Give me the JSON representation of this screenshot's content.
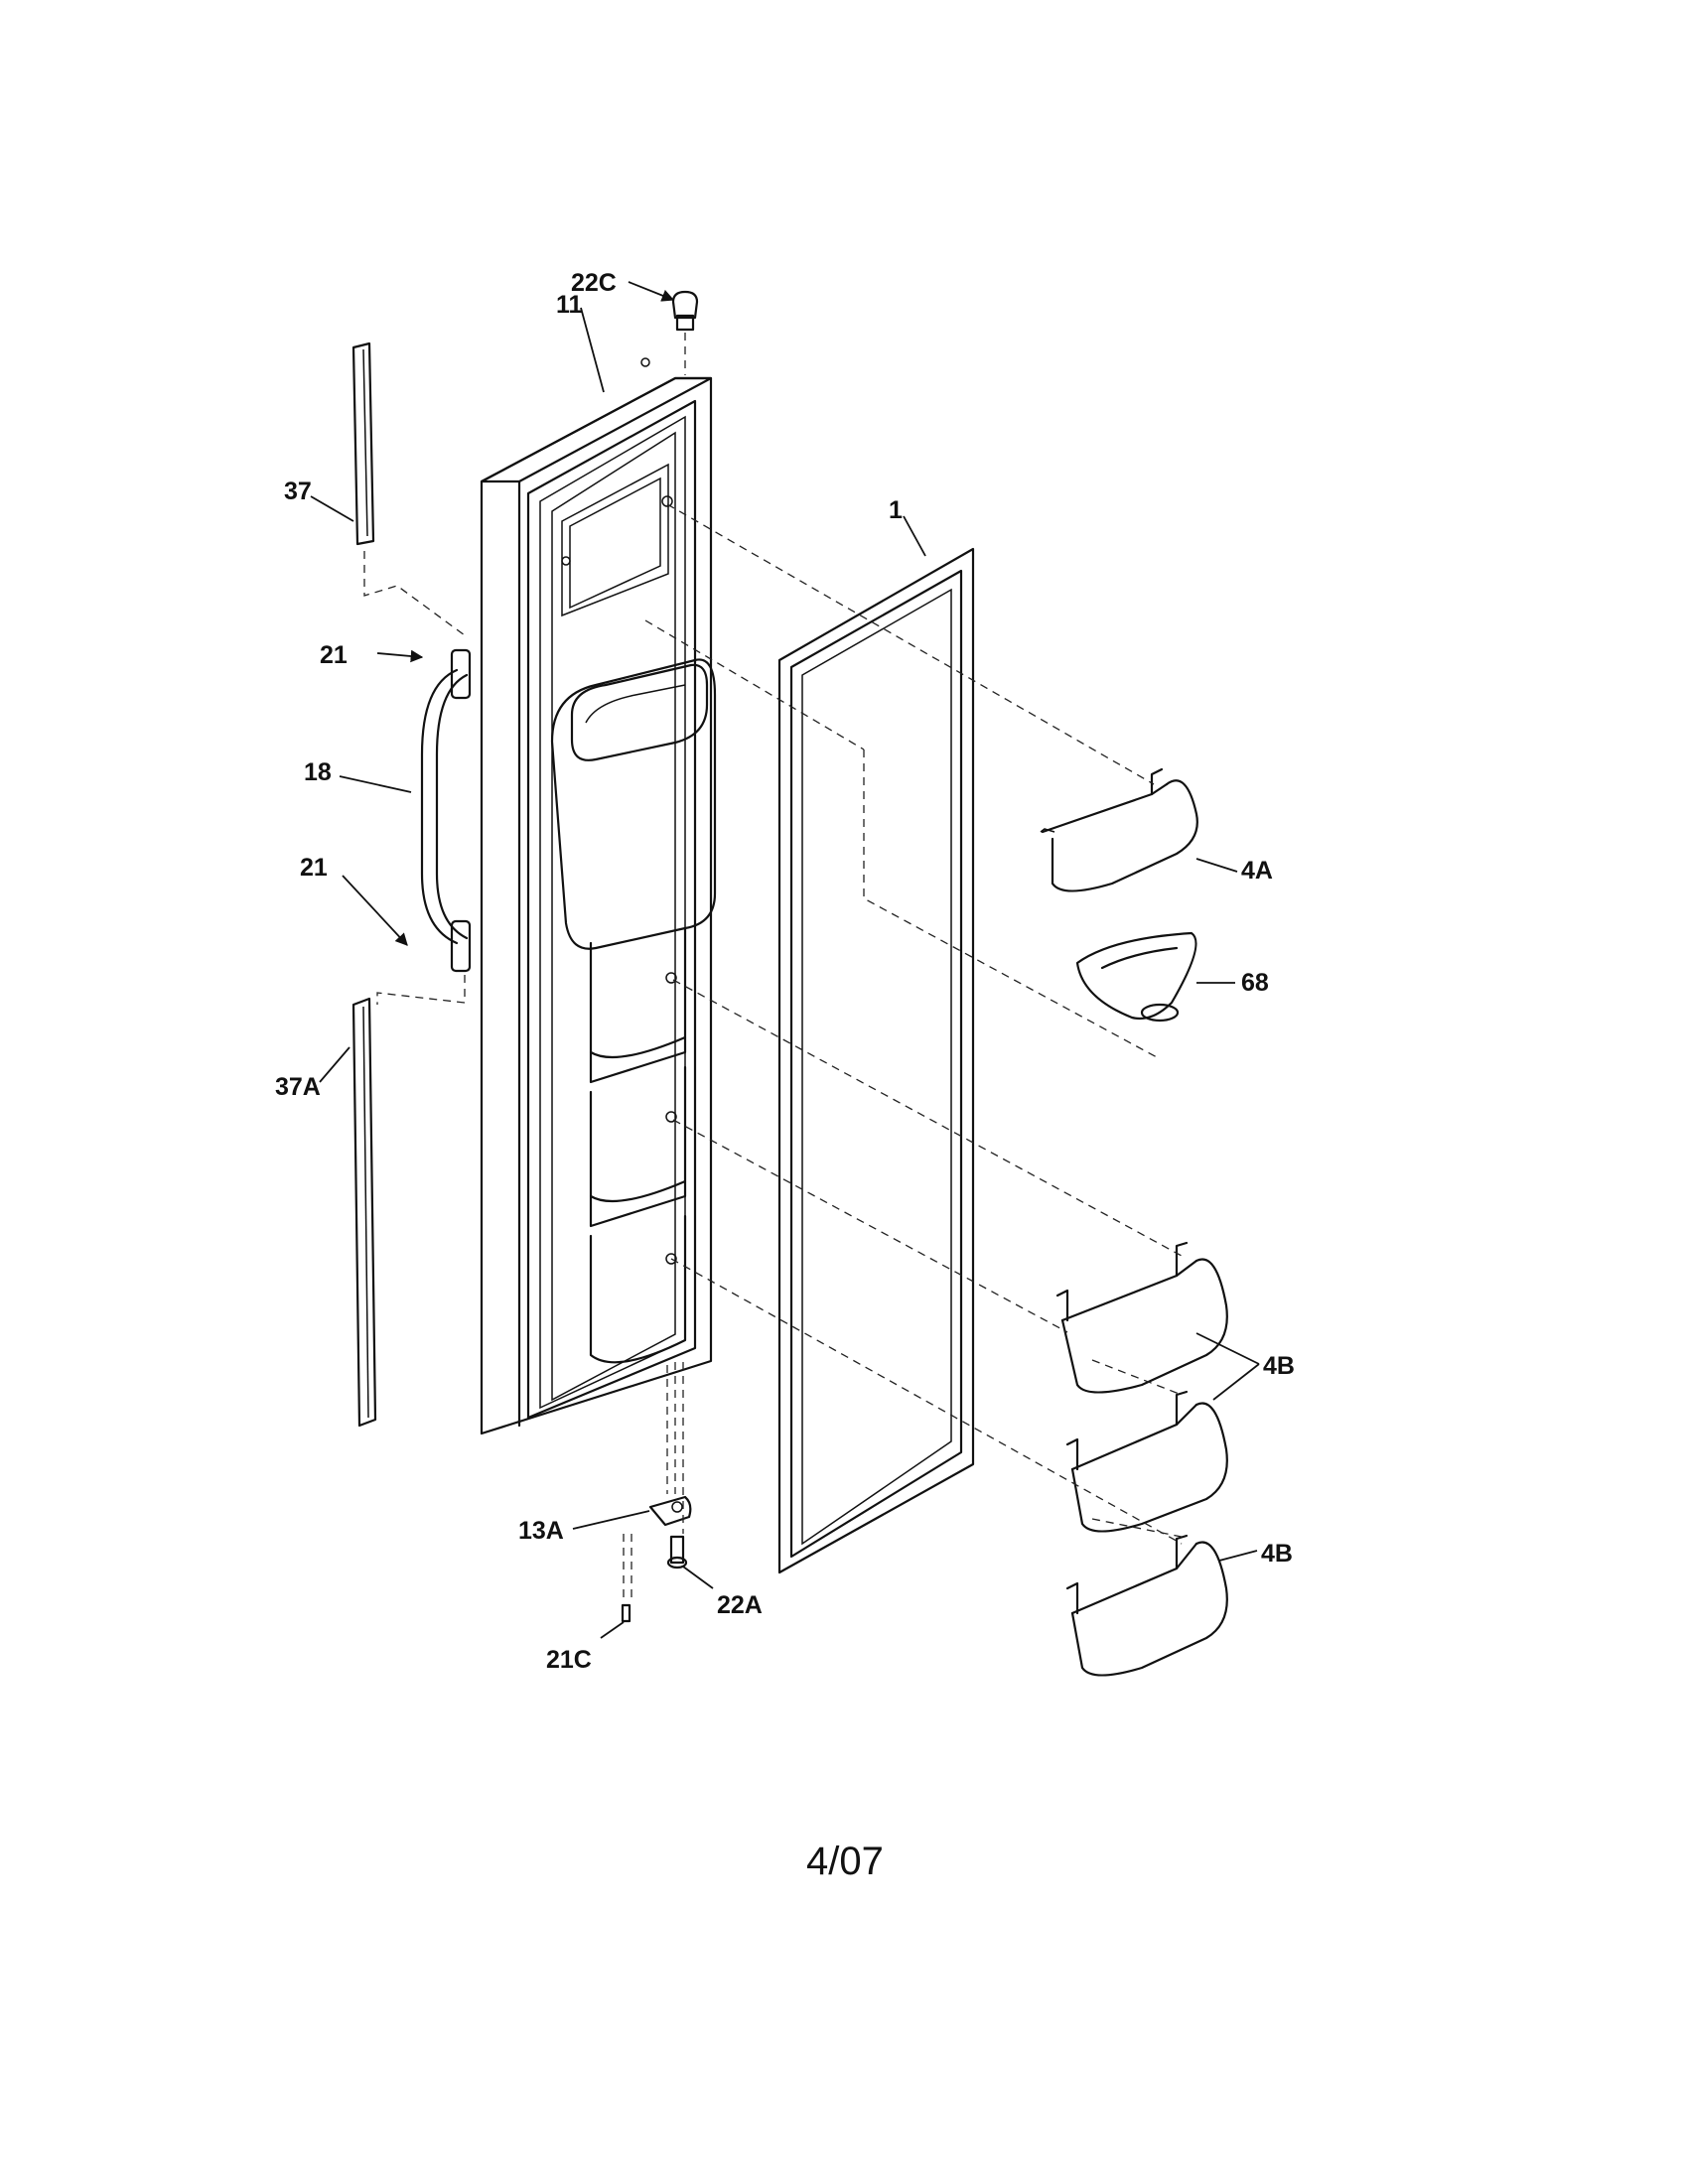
{
  "diagram": {
    "labels": {
      "p22C": "22C",
      "p11": "11",
      "p37": "37",
      "p1": "1",
      "p21_top": "21",
      "p18": "18",
      "p21_bottom": "21",
      "p4A": "4A",
      "p68": "68",
      "p37A": "37A",
      "p4B_pair": "4B",
      "p4B_single": "4B",
      "p13A": "13A",
      "p22A": "22A",
      "p21C": "21C"
    },
    "footer": "4/07"
  }
}
